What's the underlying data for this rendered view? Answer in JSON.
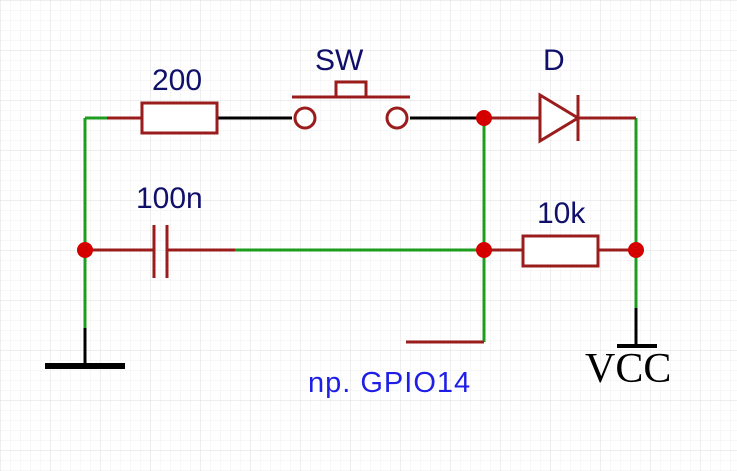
{
  "components": {
    "resistor_top": {
      "label": "200"
    },
    "switch": {
      "label": "SW"
    },
    "diode": {
      "label": "D"
    },
    "capacitor": {
      "label": "100n"
    },
    "resistor_right": {
      "label": "10k"
    }
  },
  "nets": {
    "gpio_label": "np. GPIO14",
    "power_label": "VCC"
  },
  "colors": {
    "wire": "#1e9c1e",
    "component": "#9b1c1c",
    "junction": "#d40000",
    "label": "#10106a",
    "net_label": "#1e1ee6",
    "grid": "#e6e6e6"
  }
}
